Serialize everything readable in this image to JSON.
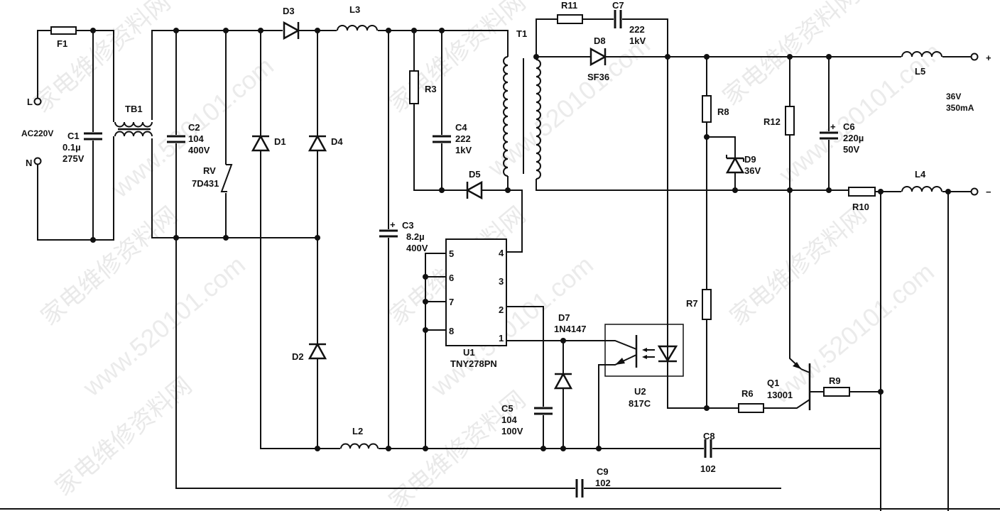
{
  "watermark": {
    "cn": "家电维修资料网",
    "url": "www.520101.com"
  },
  "input": {
    "l": "L",
    "n": "N",
    "voltage": "AC220V"
  },
  "output": {
    "plus": "+",
    "minus": "−",
    "voltage": "36V",
    "current": "350mA"
  },
  "components": {
    "F1": {
      "ref": "F1"
    },
    "C1": {
      "ref": "C1",
      "v1": "0.1µ",
      "v2": "275V"
    },
    "TB1": {
      "ref": "TB1"
    },
    "C2": {
      "ref": "C2",
      "v1": "104",
      "v2": "400V"
    },
    "RV": {
      "ref": "RV",
      "v1": "7D431"
    },
    "D1": {
      "ref": "D1"
    },
    "D2": {
      "ref": "D2"
    },
    "D3": {
      "ref": "D3"
    },
    "D4": {
      "ref": "D4"
    },
    "L2": {
      "ref": "L2"
    },
    "L3": {
      "ref": "L3"
    },
    "C3": {
      "ref": "C3",
      "v1": "8.2µ",
      "v2": "400V"
    },
    "R3": {
      "ref": "R3"
    },
    "C4": {
      "ref": "C4",
      "v1": "222",
      "v2": "1kV"
    },
    "D5": {
      "ref": "D5"
    },
    "T1": {
      "ref": "T1"
    },
    "U1": {
      "ref": "U1",
      "part": "TNY278PN",
      "pins": [
        "1",
        "2",
        "3",
        "4",
        "5",
        "6",
        "7",
        "8"
      ]
    },
    "C5": {
      "ref": "C5",
      "v1": "104",
      "v2": "100V"
    },
    "D7": {
      "ref": "D7",
      "part": "1N4147"
    },
    "U2": {
      "ref": "U2",
      "part": "817C"
    },
    "R11": {
      "ref": "R11"
    },
    "C7": {
      "ref": "C7",
      "v1": "222",
      "v2": "1kV"
    },
    "D8": {
      "ref": "D8",
      "part": "SF36"
    },
    "R8": {
      "ref": "R8"
    },
    "D9": {
      "ref": "D9",
      "v1": "36V"
    },
    "R7": {
      "ref": "R7"
    },
    "R6": {
      "ref": "R6"
    },
    "Q1": {
      "ref": "Q1",
      "part": "13001"
    },
    "R9": {
      "ref": "R9"
    },
    "R12": {
      "ref": "R12"
    },
    "C6": {
      "ref": "C6",
      "v1": "220µ",
      "v2": "50V"
    },
    "R10": {
      "ref": "R10"
    },
    "L4": {
      "ref": "L4"
    },
    "L5": {
      "ref": "L5"
    },
    "C8": {
      "ref": "C8",
      "v1": "102"
    },
    "C9": {
      "ref": "C9",
      "v1": "102"
    }
  }
}
